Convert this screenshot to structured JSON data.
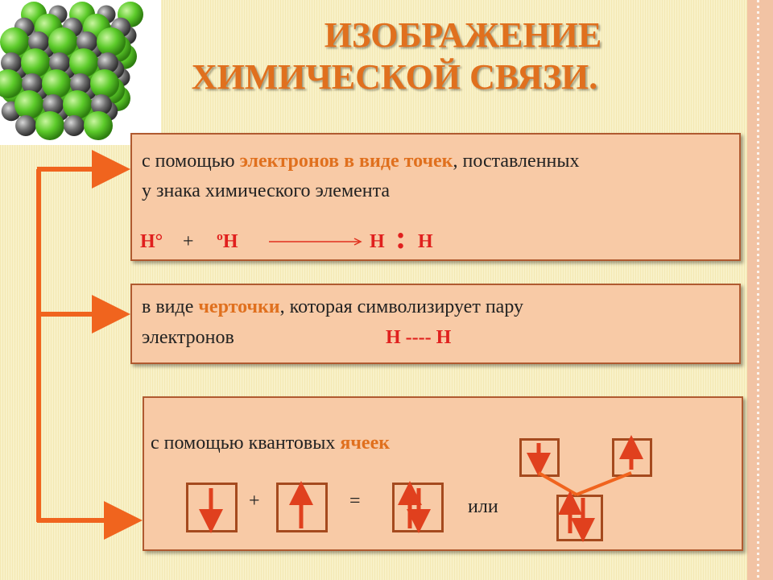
{
  "title": {
    "line1": "ИЗОБРАЖЕНИЕ",
    "line2": "ХИМИЧЕСКОЙ СВЯЗИ."
  },
  "box1": {
    "text_before": "с помощью ",
    "highlight": "электронов в виде точек",
    "text_after": ", поставленных",
    "line2": "у знака химического элемента",
    "eq_left": "Н°",
    "plus": "+",
    "eq_right": "ºН",
    "result_left": "Н",
    "result_colon": ":",
    "result_right": "Н"
  },
  "box2": {
    "text_before": "в виде ",
    "highlight": "черточки",
    "text_after": ", которая символизирует пару",
    "line2": "электронов",
    "formula": "Н ---- Н"
  },
  "box3": {
    "text_before": "с помощью квантовых ",
    "highlight": "ячеек",
    "plus": "+",
    "equals": "=",
    "or": "или"
  },
  "colors": {
    "accent": "#e0701e",
    "box_fill": "#f8caa6",
    "box_border": "#b05a30",
    "arrow": "#f0641e",
    "red": "#e0201e"
  }
}
